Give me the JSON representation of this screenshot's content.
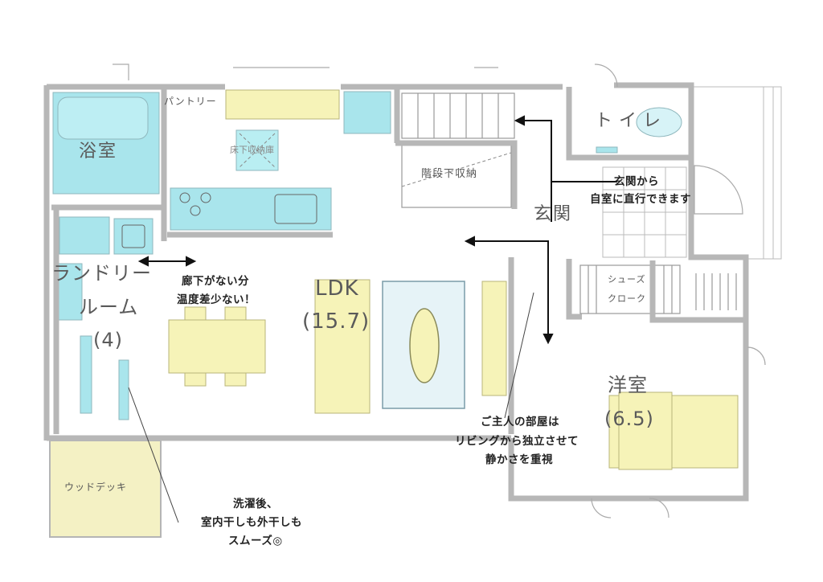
{
  "rooms": {
    "bath": "浴室",
    "pantry": "パントリー",
    "floor_storage": "床下収納庫",
    "stair_storage": "階段下収納",
    "toilet": "トイレ",
    "entrance": "玄関",
    "shoe_line1": "シューズ",
    "shoe_line2": "クローク",
    "laundry_line1": "ランドリー",
    "laundry_line2": "ルーム",
    "laundry_size": "(4)",
    "ldk": "LDK",
    "ldk_size": "(15.7)",
    "western": "洋室",
    "western_size": "(6.5)",
    "deck": "ウッドデッキ"
  },
  "notes": {
    "entrance_line1": "玄関から",
    "entrance_line2": "自室に直行できます",
    "hallway_line1": "廊下がない分",
    "hallway_line2": "温度差少ない！",
    "master_line1": "ご主人の部屋は",
    "master_line2": "リビングから独立させて",
    "master_line3": "静かさを重視",
    "laundry_line1": "洗濯後、",
    "laundry_line2": "室内干しも外干しも",
    "laundry_line3": "スムーズ◎"
  },
  "colors": {
    "wall": "#b7b7b7",
    "water": "#a9e5ec",
    "furniture": "#f6f3b8",
    "rug": "#e6f3f7",
    "deck": "#f4f1c4"
  }
}
